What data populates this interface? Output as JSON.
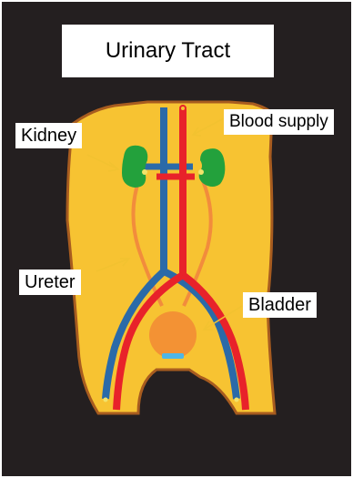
{
  "title": "Urinary Tract",
  "labels": {
    "kidney": "Kidney",
    "blood_supply": "Blood supply",
    "ureter": "Ureter",
    "bladder": "Bladder"
  },
  "colors": {
    "background": "#241f20",
    "body": "#f7c332",
    "body_outline": "#a85c1f",
    "kidney": "#23a13c",
    "vein": "#2b6aa8",
    "artery": "#e8222a",
    "ureter": "#f28c3c",
    "bladder": "#f39234",
    "bladder_base": "#4fb6e6",
    "pointer": "#f2c230"
  }
}
